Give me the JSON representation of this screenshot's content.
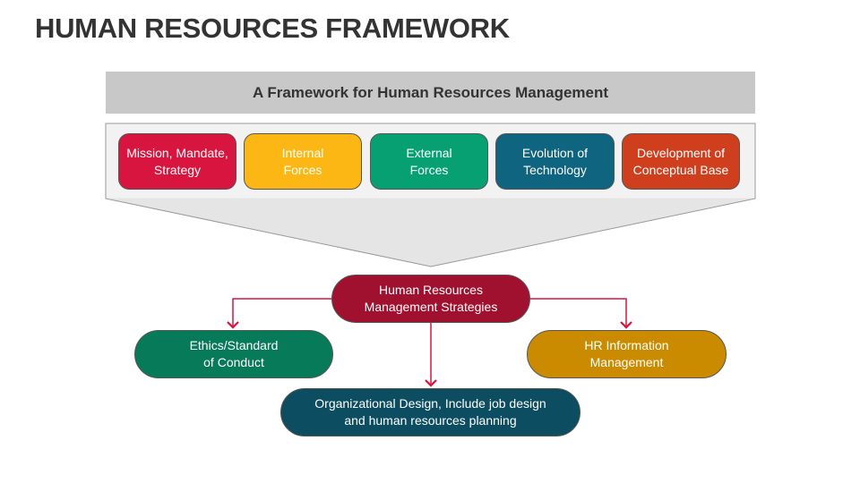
{
  "title": "HUMAN RESOURCES FRAMEWORK",
  "header": "A Framework for Human Resources Management",
  "factors": [
    {
      "line1": "Mission, Mandate,",
      "line2": "Strategy",
      "color": "#D7153F"
    },
    {
      "line1": "Internal",
      "line2": "Forces",
      "color": "#FDB714"
    },
    {
      "line1": "External",
      "line2": "Forces",
      "color": "#07A073"
    },
    {
      "line1": "Evolution of",
      "line2": "Technology",
      "color": "#0F6480"
    },
    {
      "line1": "Development of",
      "line2": "Conceptual Base",
      "color": "#CF3F1E"
    }
  ],
  "center": {
    "line1": "Human Resources",
    "line2": "Management Strategies",
    "color": "#A0112F"
  },
  "outcomes": {
    "ethics": {
      "line1": "Ethics/Standard",
      "line2": "of Conduct",
      "color": "#077A5A"
    },
    "hr_info": {
      "line1": "HR Information",
      "line2": "Management",
      "color": "#CB8B00"
    },
    "org_design": {
      "line1": "Organizational Design, Include job design",
      "line2": "and human resources planning",
      "color": "#0C4D61"
    }
  },
  "connector_color": "#D7153F"
}
